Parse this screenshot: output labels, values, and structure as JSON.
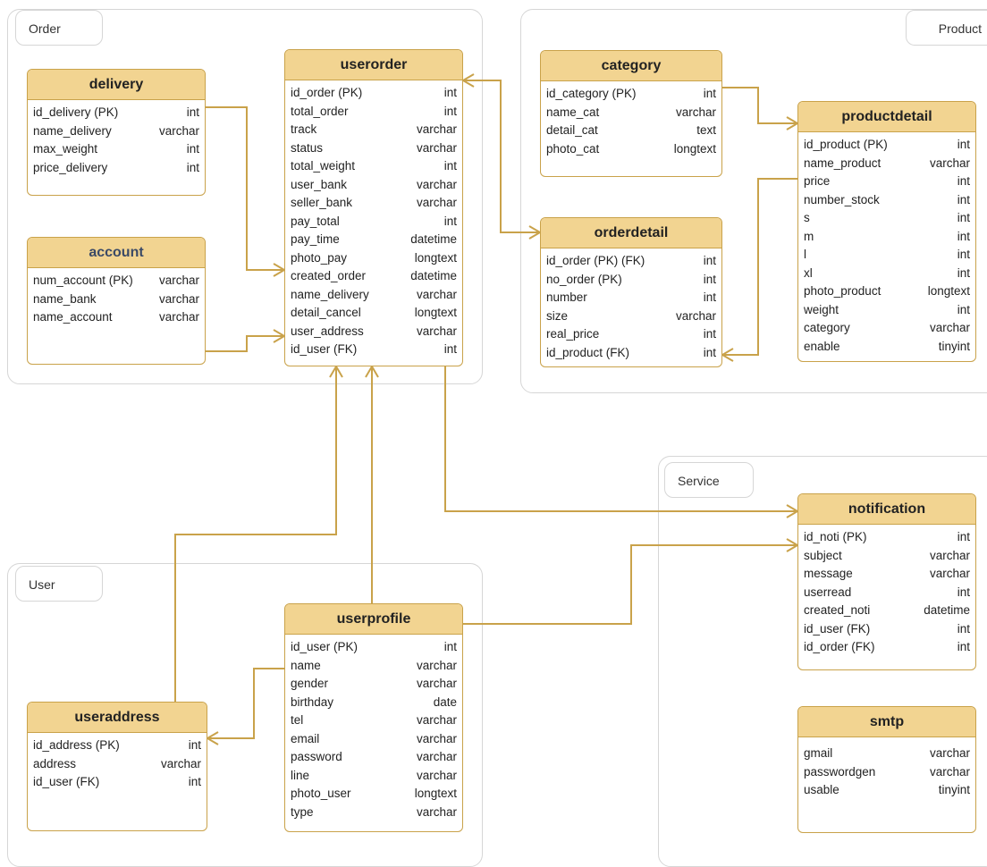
{
  "groups": [
    {
      "id": "order",
      "label": "Order"
    },
    {
      "id": "product",
      "label": "Product"
    },
    {
      "id": "service",
      "label": "Service"
    },
    {
      "id": "user",
      "label": "User"
    }
  ],
  "entities": [
    {
      "id": "delivery",
      "title": "delivery",
      "fields": [
        {
          "name": "id_delivery (PK)",
          "type": "int"
        },
        {
          "name": "name_delivery",
          "type": "varchar"
        },
        {
          "name": "max_weight",
          "type": "int"
        },
        {
          "name": "price_delivery",
          "type": "int"
        }
      ]
    },
    {
      "id": "account",
      "title": "account",
      "title_color": "blue",
      "fields": [
        {
          "name": "num_account (PK)",
          "type": "varchar"
        },
        {
          "name": "name_bank",
          "type": "varchar"
        },
        {
          "name": "name_account",
          "type": "varchar"
        }
      ]
    },
    {
      "id": "userorder",
      "title": "userorder",
      "fields": [
        {
          "name": "id_order (PK)",
          "type": "int"
        },
        {
          "name": "total_order",
          "type": "int"
        },
        {
          "name": "track",
          "type": "varchar"
        },
        {
          "name": "status",
          "type": "varchar"
        },
        {
          "name": "total_weight",
          "type": "int"
        },
        {
          "name": "user_bank",
          "type": "varchar"
        },
        {
          "name": "seller_bank",
          "type": "varchar"
        },
        {
          "name": "pay_total",
          "type": "int"
        },
        {
          "name": "pay_time",
          "type": "datetime"
        },
        {
          "name": "photo_pay",
          "type": "longtext"
        },
        {
          "name": "created_order",
          "type": "datetime"
        },
        {
          "name": "name_delivery",
          "type": "varchar"
        },
        {
          "name": "detail_cancel",
          "type": "longtext"
        },
        {
          "name": "user_address",
          "type": "varchar"
        },
        {
          "name": "id_user (FK)",
          "type": "int"
        }
      ]
    },
    {
      "id": "category",
      "title": "category",
      "fields": [
        {
          "name": "id_category (PK)",
          "type": "int"
        },
        {
          "name": "name_cat",
          "type": "varchar"
        },
        {
          "name": "detail_cat",
          "type": "text"
        },
        {
          "name": "photo_cat",
          "type": "longtext"
        }
      ]
    },
    {
      "id": "orderdetail",
      "title": "orderdetail",
      "fields": [
        {
          "name": "id_order (PK) (FK)",
          "type": "int"
        },
        {
          "name": "no_order (PK)",
          "type": "int"
        },
        {
          "name": "number",
          "type": "int"
        },
        {
          "name": "size",
          "type": "varchar"
        },
        {
          "name": "real_price",
          "type": "int"
        },
        {
          "name": "id_product (FK)",
          "type": "int"
        }
      ]
    },
    {
      "id": "productdetail",
      "title": "productdetail",
      "fields": [
        {
          "name": "id_product (PK)",
          "type": "int"
        },
        {
          "name": "name_product",
          "type": "varchar"
        },
        {
          "name": "price",
          "type": "int"
        },
        {
          "name": "number_stock",
          "type": "int"
        },
        {
          "name": "s",
          "type": "int"
        },
        {
          "name": "m",
          "type": "int"
        },
        {
          "name": "l",
          "type": "int"
        },
        {
          "name": "xl",
          "type": "int"
        },
        {
          "name": "photo_product",
          "type": "longtext"
        },
        {
          "name": "weight",
          "type": "int"
        },
        {
          "name": "category",
          "type": "varchar"
        },
        {
          "name": "enable",
          "type": "tinyint"
        }
      ]
    },
    {
      "id": "notification",
      "title": "notification",
      "fields": [
        {
          "name": "id_noti (PK)",
          "type": "int"
        },
        {
          "name": "subject",
          "type": "varchar"
        },
        {
          "name": "message",
          "type": "varchar"
        },
        {
          "name": "userread",
          "type": "int"
        },
        {
          "name": "created_noti",
          "type": "datetime"
        },
        {
          "name": "id_user (FK)",
          "type": "int"
        },
        {
          "name": "id_order (FK)",
          "type": "int"
        }
      ]
    },
    {
      "id": "smtp",
      "title": "smtp",
      "fields": [
        {
          "name": "gmail",
          "type": "varchar"
        },
        {
          "name": "passwordgen",
          "type": "varchar"
        },
        {
          "name": "usable",
          "type": "tinyint"
        }
      ]
    },
    {
      "id": "userprofile",
      "title": "userprofile",
      "fields": [
        {
          "name": "id_user (PK)",
          "type": "int"
        },
        {
          "name": "name",
          "type": "varchar"
        },
        {
          "name": "gender",
          "type": "varchar"
        },
        {
          "name": "birthday",
          "type": "date"
        },
        {
          "name": "tel",
          "type": "varchar"
        },
        {
          "name": "email",
          "type": "varchar"
        },
        {
          "name": "password",
          "type": "varchar"
        },
        {
          "name": "line",
          "type": "varchar"
        },
        {
          "name": "photo_user",
          "type": "longtext"
        },
        {
          "name": "type",
          "type": "varchar"
        }
      ]
    },
    {
      "id": "useraddress",
      "title": "useraddress",
      "fields": [
        {
          "name": "id_address (PK)",
          "type": "int"
        },
        {
          "name": "address",
          "type": "varchar"
        },
        {
          "name": "id_user (FK)",
          "type": "int"
        }
      ]
    }
  ],
  "relationships": [
    {
      "from": "delivery",
      "to": "userorder",
      "to_end": "many"
    },
    {
      "from": "account",
      "to": "userorder",
      "to_end": "many"
    },
    {
      "from": "userorder",
      "to": "orderdetail",
      "to_end": "many"
    },
    {
      "from": "category",
      "to": "productdetail",
      "to_end": "many"
    },
    {
      "from": "productdetail",
      "to": "orderdetail",
      "to_end": "many"
    },
    {
      "from": "userprofile",
      "to": "userorder",
      "to_end": "many"
    },
    {
      "from": "useraddress",
      "to": "userorder",
      "to_end": "many"
    },
    {
      "from": "userorder",
      "to": "notification",
      "to_end": "many"
    },
    {
      "from": "userprofile",
      "to": "notification",
      "to_end": "many"
    },
    {
      "from": "userprofile",
      "to": "useraddress",
      "to_end": "many"
    }
  ],
  "colors": {
    "line": "#c9a24a",
    "header": "#f2d491",
    "group_border": "#d6d6d6"
  }
}
